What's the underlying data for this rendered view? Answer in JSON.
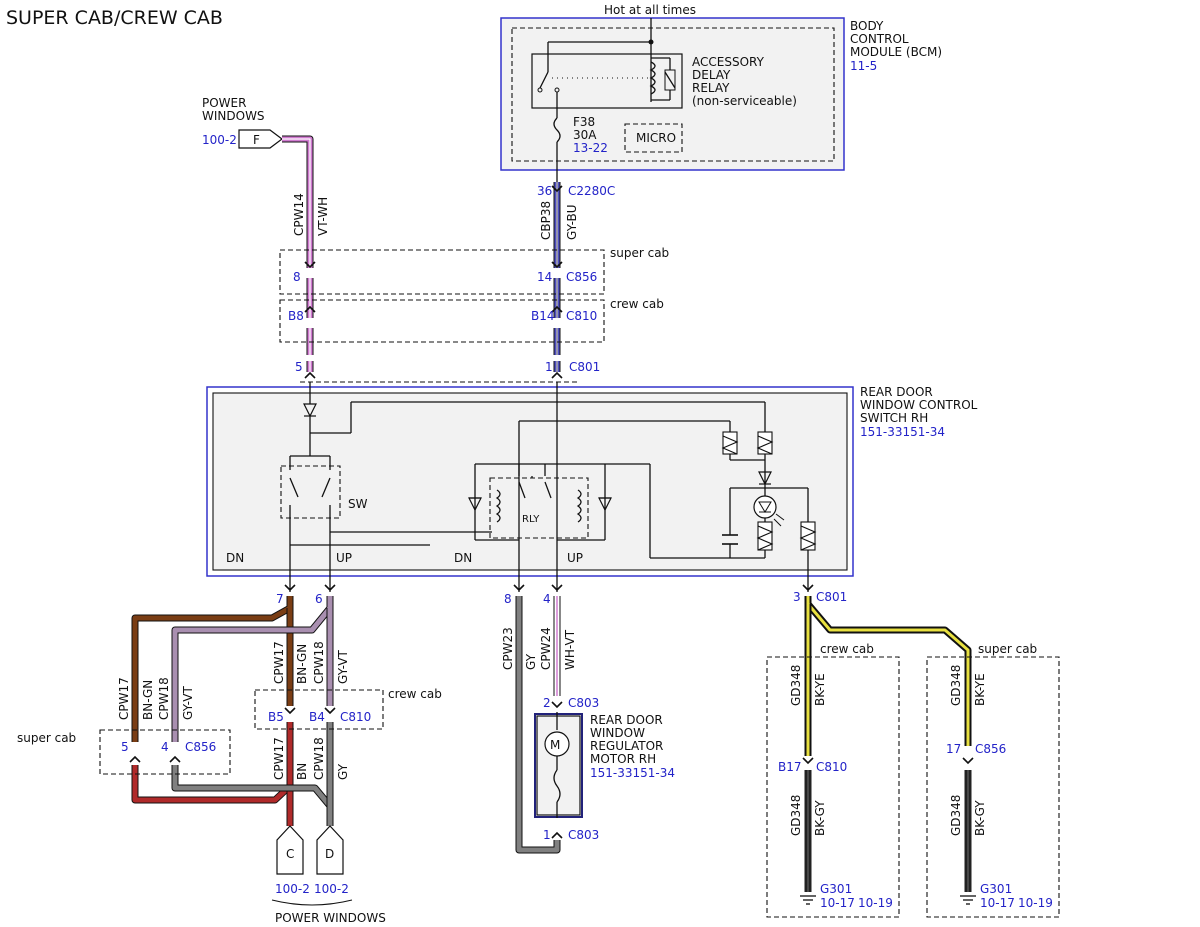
{
  "title": "SUPER CAB/CREW CAB",
  "colors": {
    "module_border": "#3333cc",
    "module_fill": "#f2f2f2",
    "ref_blue": "#2323c8",
    "wire_violet_white": "#d07ad0",
    "wire_gray_blue": "#5050c0",
    "wire_brown_green": "#7a3d14",
    "wire_gray_violet": "#a98fb0",
    "wire_gray": "#808080",
    "wire_brown": "#b02a2a",
    "wire_black_yellow": "#e8e040",
    "wire_black_gray": "#222222"
  },
  "bcm": {
    "hot_label": "Hot at all times",
    "name_line1": "BODY",
    "name_line2": "CONTROL",
    "name_line3": "MODULE (BCM)",
    "ref": "11-5",
    "relay_line1": "ACCESSORY",
    "relay_line2": "DELAY",
    "relay_line3": "RELAY",
    "relay_line4": "(non-serviceable)",
    "micro": "MICRO",
    "fuse_id": "F38",
    "fuse_rating": "30A",
    "fuse_ref": "13-22"
  },
  "power_windows_top": {
    "line1": "POWER",
    "line2": "WINDOWS",
    "ref": "100-2",
    "connector": "F"
  },
  "circuits": {
    "cpw14": "CPW14",
    "cpw14_color": "VT-WH",
    "cbp38": "CBP38",
    "cbp38_color": "GY-BU",
    "cpw17": "CPW17",
    "cpw17_color": "BN-GN",
    "cpw17_color_b": "BN",
    "cpw18": "CPW18",
    "cpw18_color": "GY-VT",
    "cpw18_color_b": "GY",
    "cpw23": "CPW23",
    "cpw23_color": "GY",
    "cpw24": "CPW24",
    "cpw24_color": "WH-VT",
    "gd348": "GD348",
    "gd348_color_a": "BK-YE",
    "gd348_color_b": "BK-GY"
  },
  "connectors": {
    "c2280c_pin": "36",
    "c2280c": "C2280C",
    "c856_pin_a": "8",
    "c856_pin_b": "14",
    "c856": "C856",
    "c810_pin_a": "B8",
    "c810_pin_b": "B14",
    "c810": "C810",
    "c801_pin_a": "5",
    "c801_pin_b": "1",
    "c801": "C801",
    "pin7": "7",
    "pin6": "6",
    "pin8": "8",
    "pin4": "4",
    "pin3": "3",
    "c810_b5": "B5",
    "c810_b4": "B4",
    "c856_5": "5",
    "c856_4": "4",
    "c803_pin2": "2",
    "c803_pin1": "1",
    "c803": "C803",
    "c810_b17": "B17",
    "c856_17": "17"
  },
  "labels": {
    "super_cab": "super cab",
    "crew_cab": "crew cab"
  },
  "switch": {
    "line1": "REAR DOOR",
    "line2": "WINDOW CONTROL",
    "line3": "SWITCH RH",
    "ref": "151-33151-34",
    "sw": "SW",
    "rly": "RLY",
    "dn": "DN",
    "up": "UP"
  },
  "motor": {
    "line1": "REAR DOOR",
    "line2": "WINDOW",
    "line3": "REGULATOR",
    "line4": "MOTOR RH",
    "ref": "151-33151-34",
    "symbol": "M"
  },
  "power_windows_bottom": {
    "conn_c": "C",
    "conn_d": "D",
    "ref_c": "100-2",
    "ref_d": "100-2",
    "label": "POWER WINDOWS"
  },
  "grounds": {
    "g301": "G301",
    "ref_a1": "10-17",
    "ref_a2": "10-19",
    "ref_b1": "10-17",
    "ref_b2": "10-19"
  }
}
